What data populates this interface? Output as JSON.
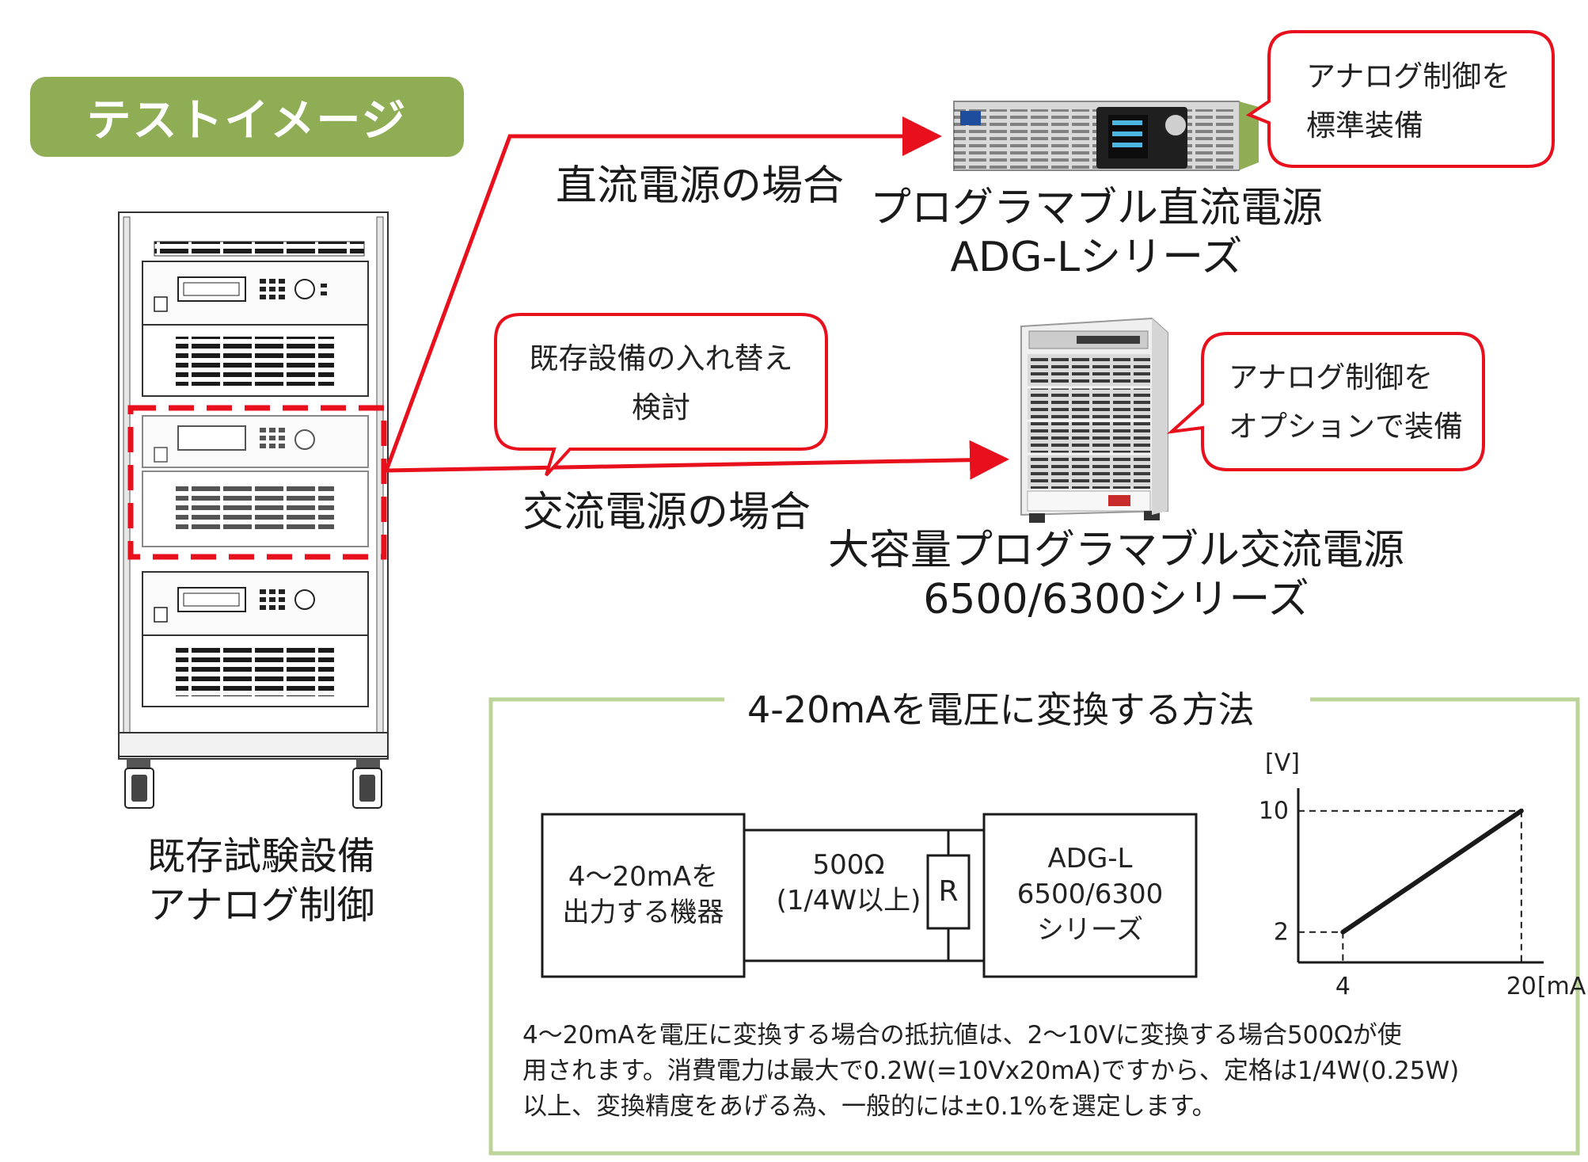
{
  "title_badge": "テストイメージ",
  "rack": {
    "label_line1": "既存試験設備",
    "label_line2": "アナログ制御"
  },
  "callout_existing": {
    "line1": "既存設備の入れ替え",
    "line2": "検討"
  },
  "dc": {
    "route_label": "直流電源の場合",
    "product_line1": "プログラマブル直流電源",
    "product_line2": "ADG-Lシリーズ",
    "callout_line1": "アナログ制御を",
    "callout_line2": "標準装備"
  },
  "ac": {
    "route_label": "交流電源の場合",
    "product_line1": "大容量プログラマブル交流電源",
    "product_line2": "6500/6300シリーズ",
    "callout_line1": "アナログ制御を",
    "callout_line2": "オプションで装備"
  },
  "method": {
    "title": "4-20mAを電圧に変換する方法",
    "source_box_line1": "4～20mAを",
    "source_box_line2": "出力する機器",
    "resistor_value": "500Ω",
    "resistor_rating": "(1/4W以上)",
    "resistor_symbol": "R",
    "target_box_line1": "ADG-L",
    "target_box_line2": "6500/6300",
    "target_box_line3": "シリーズ",
    "description_line1": "4～20mAを電圧に変換する場合の抵抗値は、2～10Vに変換する場合500Ωが使",
    "description_line2": "用されます。消費電力は最大で0.2W(=10Vx20mA)ですから、定格は1/4W(0.25W)",
    "description_line3": "以上、変換精度をあげる為、一般的には±0.1%を選定します。"
  },
  "chart_data": {
    "type": "line",
    "ylabel": "[V]",
    "xlabel": "[mA]",
    "x_ticks": [
      "4",
      "20"
    ],
    "y_ticks": [
      "2",
      "10"
    ],
    "series": [
      {
        "x": [
          4,
          20
        ],
        "y": [
          2,
          10
        ]
      }
    ],
    "xlim": [
      0,
      22
    ],
    "ylim": [
      0,
      11.5
    ],
    "guide_lines": "dashed"
  },
  "colors": {
    "badge": "#8ead55",
    "arrow": "#e8101c",
    "callout_border": "#e8101c",
    "panel_border": "#bcd39a"
  }
}
